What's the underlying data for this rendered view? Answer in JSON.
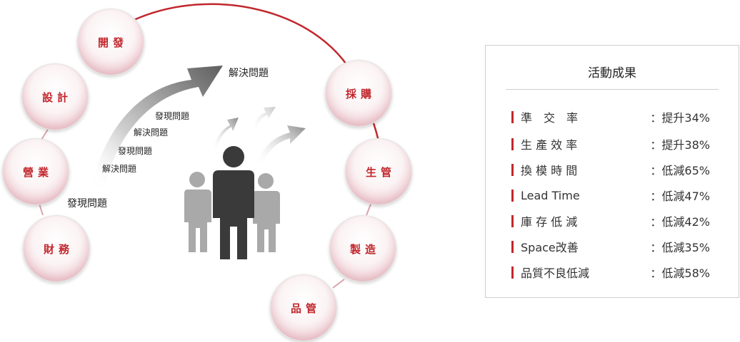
{
  "nodes": [
    {
      "label": "開發"
    },
    {
      "label": "設計"
    },
    {
      "label": "營業"
    },
    {
      "label": "財務"
    },
    {
      "label": "採購"
    },
    {
      "label": "生管"
    },
    {
      "label": "製造"
    },
    {
      "label": "品管"
    }
  ],
  "arrow_labels": {
    "solve_top": "解決問題",
    "find_1": "發現問題",
    "solve_1": "解決問題",
    "find_2": "發現問題",
    "solve_2": "解決問題",
    "find_bottom": "發現問題"
  },
  "panel": {
    "title": "活動成果",
    "rows": [
      {
        "label": "準　交　率",
        "value": "：提升34%"
      },
      {
        "label": "生 產 效 率",
        "value": "：提升38%"
      },
      {
        "label": "換 模 時 間",
        "value": "：低減65%"
      },
      {
        "label": "Lead Time",
        "value": "：低減47%"
      },
      {
        "label": "庫 存 低 減",
        "value": "：低減42%"
      },
      {
        "label": "Space改善",
        "value": "：低減35%"
      },
      {
        "label": "品質不良低減",
        "value": "：低減58%"
      }
    ]
  },
  "colors": {
    "accent": "#c1272d",
    "arc": "#c1272d",
    "figure_dark": "#3a3a3a",
    "figure_light": "#a9a9a9"
  }
}
